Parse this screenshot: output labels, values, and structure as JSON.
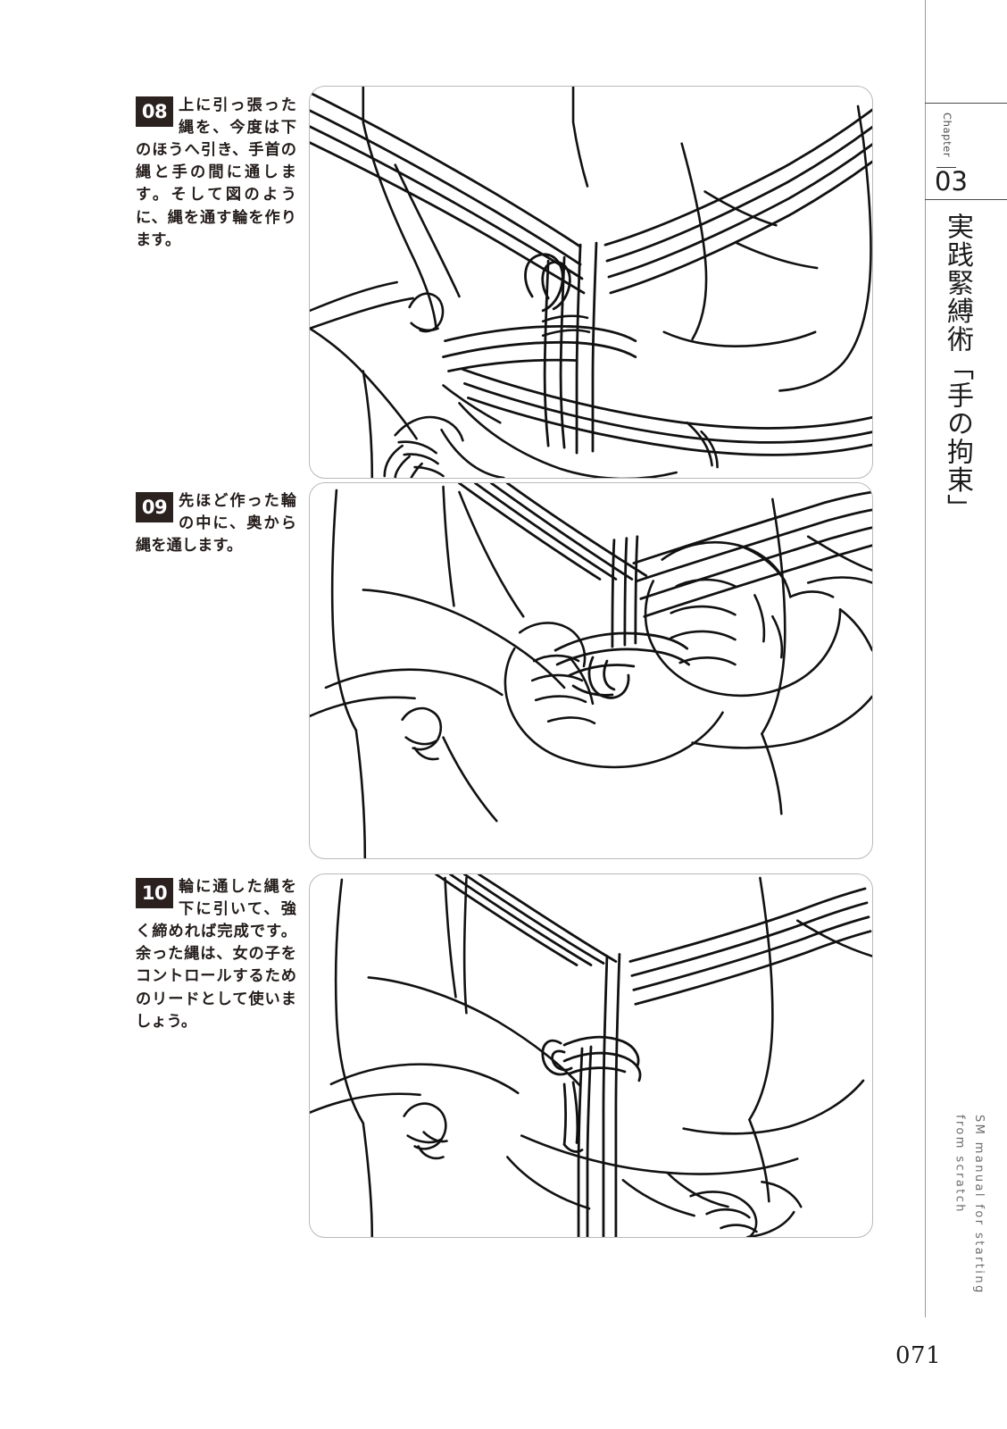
{
  "page": {
    "number": "071",
    "background_color": "#ffffff",
    "ink_color": "#1a1a1a"
  },
  "sidebar": {
    "chapter_label": "Chapter",
    "chapter_number": "03",
    "chapter_title": "実践緊縛術「手の拘束」",
    "footer_line1": "SM manual for starting",
    "footer_line2": "from scratch",
    "rule_color": "#9a9a9a"
  },
  "steps": [
    {
      "number": "08",
      "text": "上に引っ張った縄を、今度は下のほうへ引き、手首の縄と手の間に通します。そして図のように、縄を通す輪を作ります。",
      "badge_color": "#2b211e",
      "illustration": "rope-passed-between-wrist-and-hand-forming-loop"
    },
    {
      "number": "09",
      "text": "先ほど作った輪の中に、奥から縄を通します。",
      "badge_color": "#2b211e",
      "illustration": "hands-threading-rope-through-loop-from-behind"
    },
    {
      "number": "10",
      "text": "輪に通した縄を下に引いて、強く締めれば完成です。余った縄は、女の子をコントロールするためのリードとして使いましょう。",
      "badge_color": "#2b211e",
      "illustration": "finished-tie-with-rope-pulled-down-as-lead"
    }
  ]
}
